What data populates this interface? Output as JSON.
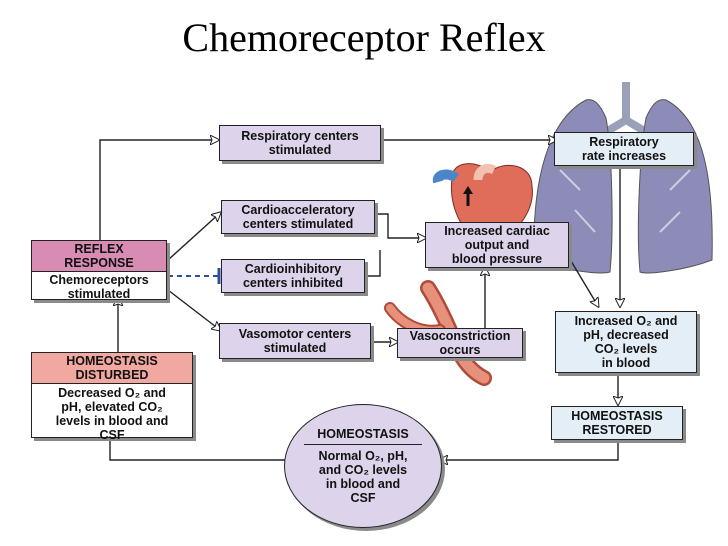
{
  "title": "Chemoreceptor Reflex",
  "boxes": {
    "resp_centers": [
      "Respiratory centers",
      "stimulated"
    ],
    "resp_rate": [
      "Respiratory",
      "rate increases"
    ],
    "cardioacc": [
      "Cardioacceleratory",
      "centers stimulated"
    ],
    "cardioinh": [
      "Cardioinhibitory",
      "centers inhibited"
    ],
    "vasomotor": [
      "Vasomotor centers",
      "stimulated"
    ],
    "cardiac_output": [
      "Increased cardiac",
      "output and",
      "blood pressure"
    ],
    "vasoconstriction": [
      "Vasoconstriction",
      "occurs"
    ],
    "reflex_header": [
      "REFLEX",
      "RESPONSE"
    ],
    "reflex_body": [
      "Chemoreceptors",
      "stimulated"
    ],
    "disturbed_header": [
      "HOMEOSTASIS",
      "DISTURBED"
    ],
    "disturbed_body": [
      "Decreased O₂ and",
      "pH, elevated CO₂",
      "levels in blood and",
      "CSF"
    ],
    "increased_o2": [
      "Increased O₂ and",
      "pH, decreased",
      "CO₂ levels",
      "in blood"
    ],
    "restored": [
      "HOMEOSTASIS",
      "RESTORED"
    ],
    "homeostasis_header": "HOMEOSTASIS",
    "homeostasis_body": [
      "Normal O₂, pH,",
      "and CO₂ levels",
      "in blood and",
      "CSF"
    ]
  },
  "colors": {
    "box_fill": "#ddd3ea",
    "reflex_header_fill": "#d98cb3",
    "disturbed_header_fill": "#f0a8a0",
    "light_box_fill": "#e4eef6",
    "inhibit_line": "#2e4fa0"
  }
}
